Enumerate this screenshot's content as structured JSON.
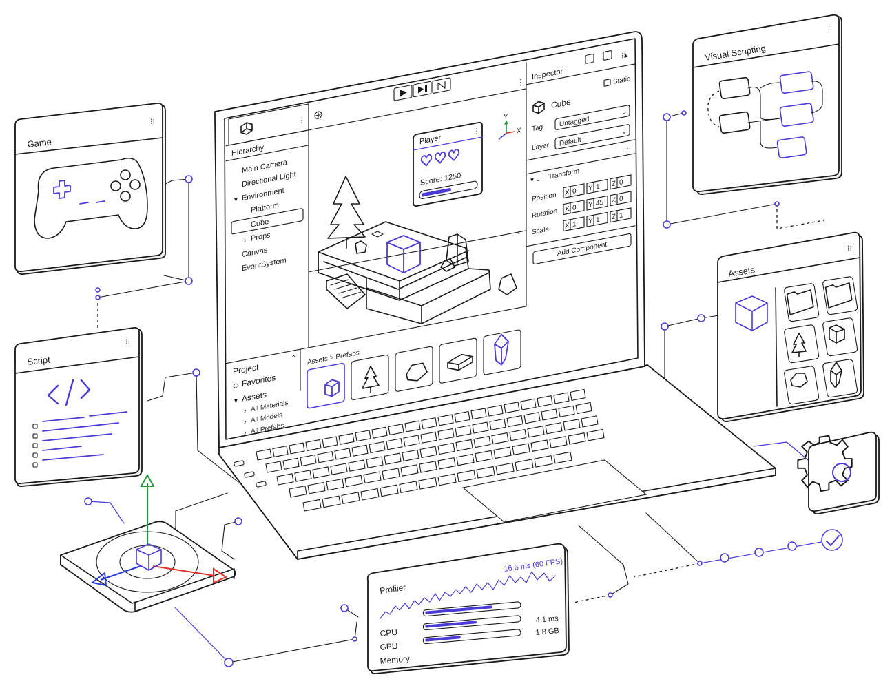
{
  "colors": {
    "accent": "#4a3bd6",
    "ink": "#1a1a1a",
    "gizmo_green": "#1f9a3a",
    "gizmo_red": "#e0302a",
    "gizmo_blue": "#2b3bd6"
  },
  "toolbar": {
    "play_icon": "play-icon",
    "pause_icon": "pause-icon",
    "step_icon": "step-icon"
  },
  "hierarchy": {
    "title": "Hierarchy",
    "items": [
      {
        "label": "Main Camera"
      },
      {
        "label": "Directional Light"
      },
      {
        "label": "Environment"
      },
      {
        "label": "Platform"
      },
      {
        "label": "Cube"
      },
      {
        "label": "Props"
      },
      {
        "label": "Canvas"
      },
      {
        "label": "EventSystem"
      }
    ]
  },
  "axes": {
    "y": "Y",
    "x": "X"
  },
  "player_card": {
    "title": "Player",
    "score": "Score: 1250",
    "hearts": 3,
    "progress": 0.55
  },
  "inspector": {
    "title": "Inspector",
    "static_label": "Static",
    "object_name": "Cube",
    "tag_label": "Tag",
    "tag_value": "Untagged",
    "layer_label": "Layer",
    "layer_value": "Default",
    "transform_title": "Transform",
    "position": {
      "label": "Position",
      "x": "0",
      "y": "1",
      "z": "0"
    },
    "rotation": {
      "label": "Rotation",
      "x": "0",
      "y": "45",
      "z": "0"
    },
    "scale": {
      "label": "Scale",
      "x": "1",
      "y": "1",
      "z": "1"
    },
    "axis_x": "X",
    "axis_y": "Y",
    "axis_z": "Z",
    "add_component": "Add Component"
  },
  "project": {
    "title": "Project",
    "favorites": "Favorites",
    "assets": "Assets",
    "items": [
      {
        "label": "All Materials"
      },
      {
        "label": "All Models"
      },
      {
        "label": "All Prefabs"
      }
    ],
    "breadcrumb": "Assets > Prefabs"
  },
  "panels": {
    "game": "Game",
    "script": "Script",
    "visual_scripting": "Visual Scripting",
    "assets": "Assets"
  },
  "profiler": {
    "title": "Profiler",
    "fps": "16.6 ms (60 FPS)",
    "cpu_label": "CPU",
    "gpu_label": "GPU",
    "memory_label": "Memory",
    "cpu_value": "4.1 ms",
    "gpu_value": "1.8 GB",
    "bars": [
      0.72,
      0.55,
      0.38
    ]
  }
}
